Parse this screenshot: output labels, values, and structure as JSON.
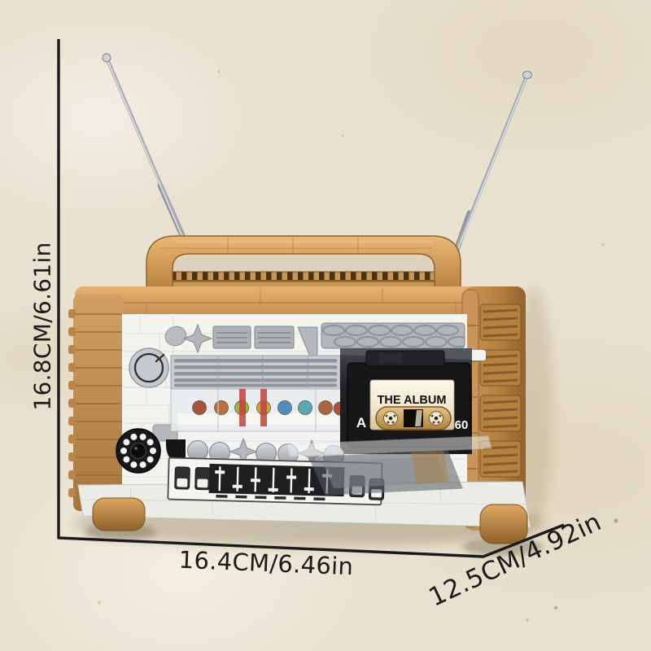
{
  "dimensions": {
    "height_label": "16.8CM/6.61in",
    "width_label": "16.4CM/6.46in",
    "depth_label": "12.5CM/4.92in"
  },
  "cassette": {
    "title": "THE ALBUM",
    "side_label": "A",
    "length_label": "60"
  },
  "colors": {
    "background": "#EAE2D1",
    "dimension_line": "#1A1A1A",
    "wood_tan": "#D49C58",
    "wood_dark": "#A1713A",
    "body_white": "#F3F3EF",
    "panel_gray": "#B7BBC0",
    "cassette_black": "#17171A",
    "cassette_label_cream": "#F8F2E2",
    "reel_gold": "#C59B55",
    "eq_black": "#1F1F21",
    "red_accent": "#C14438"
  }
}
